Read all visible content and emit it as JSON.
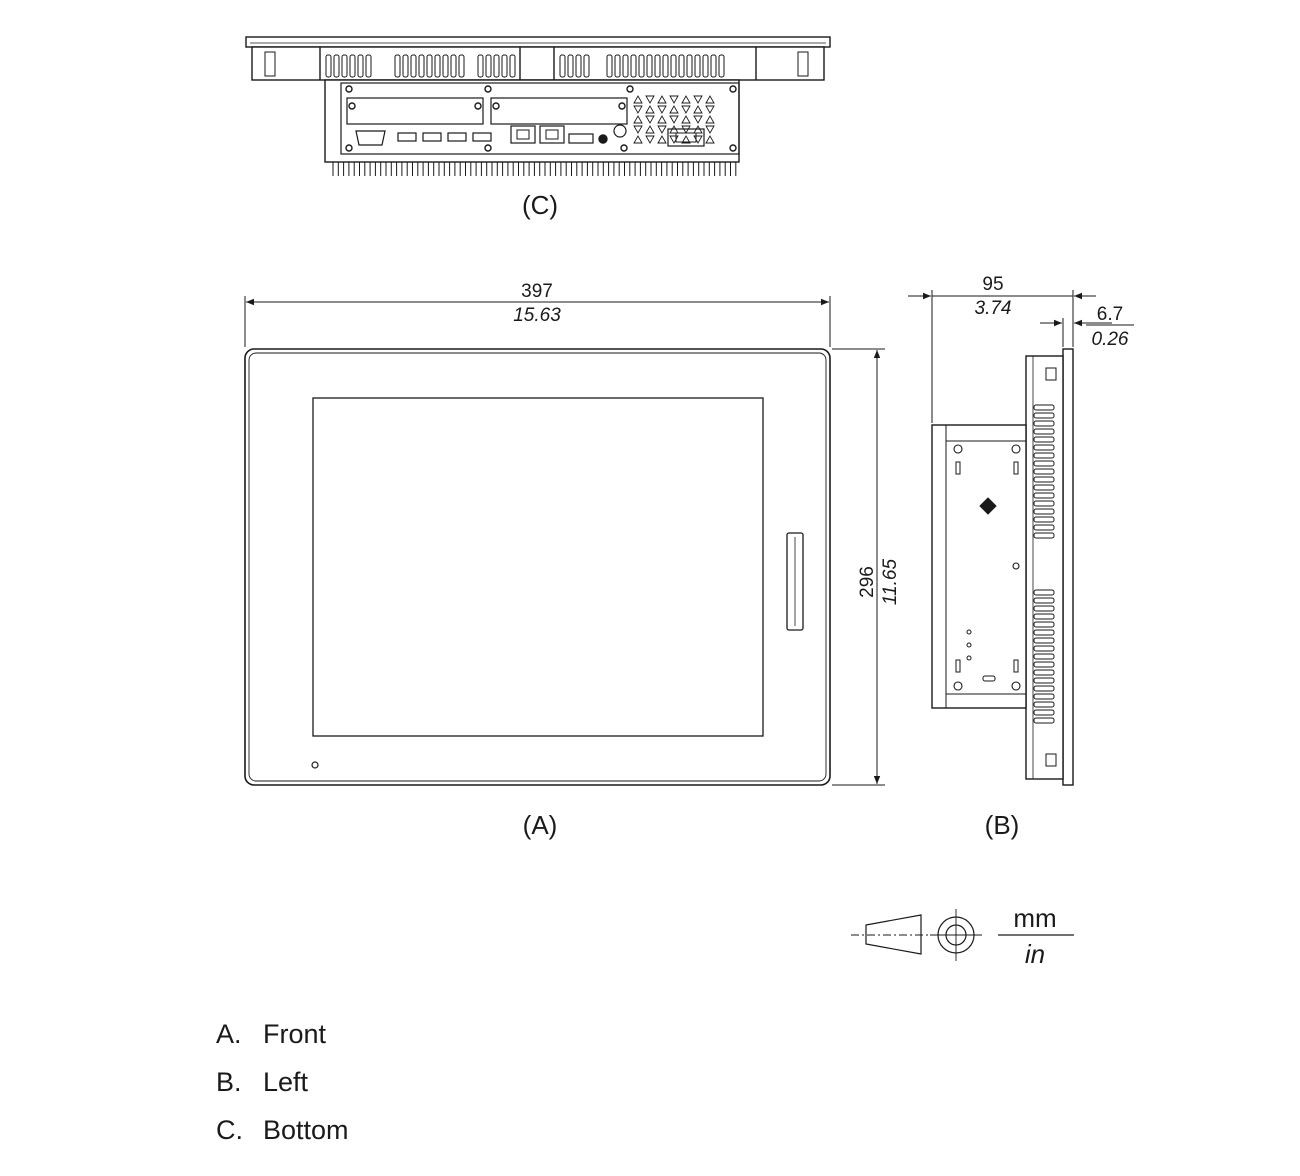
{
  "views": {
    "bottom_label": "(C)",
    "front_label": "(A)",
    "left_label": "(B)"
  },
  "dimensions": {
    "width_mm": "397",
    "width_in": "15.63",
    "height_mm": "296",
    "height_in": "11.65",
    "depth_mm": "95",
    "depth_in": "3.74",
    "bezel_mm": "6.7",
    "bezel_in": "0.26"
  },
  "units": {
    "top": "mm",
    "bottom": "in"
  },
  "legend": [
    {
      "key": "A.",
      "text": "Front"
    },
    {
      "key": "B.",
      "text": "Left"
    },
    {
      "key": "C.",
      "text": "Bottom"
    }
  ]
}
